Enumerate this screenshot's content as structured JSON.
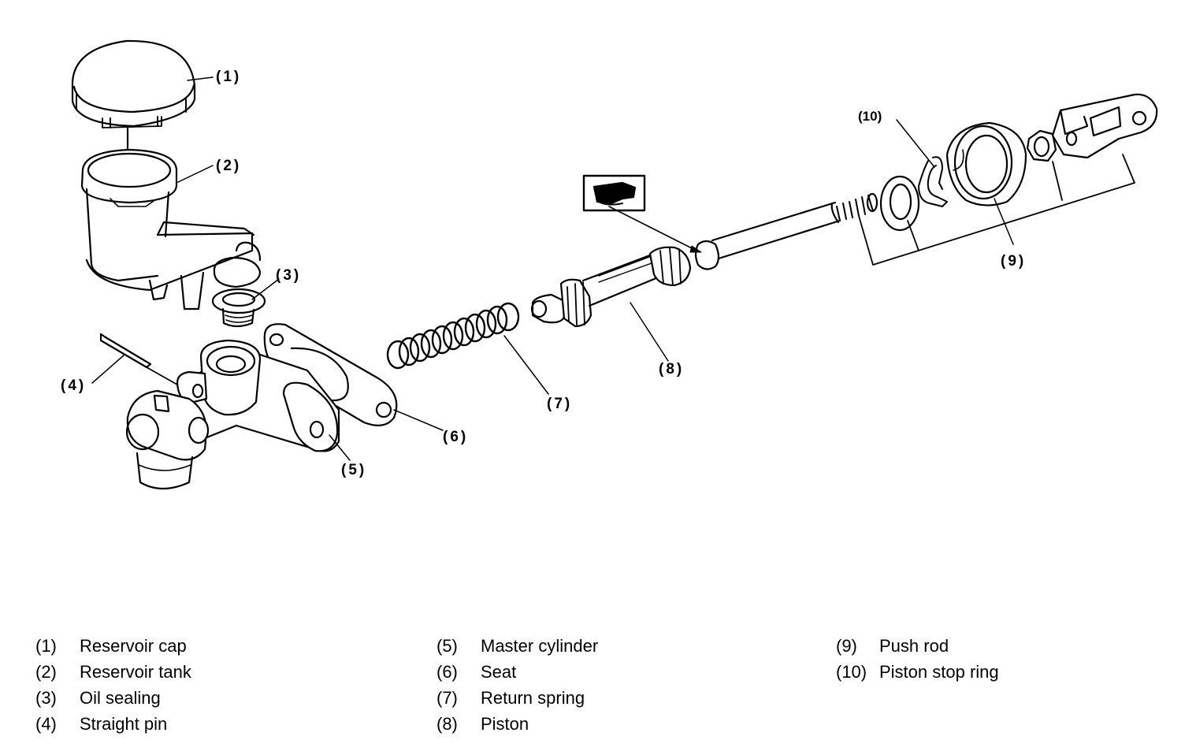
{
  "diagram": {
    "callouts": [
      "(1)",
      "(2)",
      "(3)",
      "(4)",
      "(5)",
      "(6)",
      "(7)",
      "(8)",
      "(9)",
      "(10)"
    ],
    "icons": [
      "grease-apply-icon"
    ]
  },
  "legend": {
    "columns": [
      [
        {
          "num": "(1)",
          "name": "Reservoir cap"
        },
        {
          "num": "(2)",
          "name": "Reservoir tank"
        },
        {
          "num": "(3)",
          "name": "Oil sealing"
        },
        {
          "num": "(4)",
          "name": "Straight pin"
        }
      ],
      [
        {
          "num": "(5)",
          "name": "Master cylinder"
        },
        {
          "num": "(6)",
          "name": "Seat"
        },
        {
          "num": "(7)",
          "name": "Return spring"
        },
        {
          "num": "(8)",
          "name": "Piston"
        }
      ],
      [
        {
          "num": "(9)",
          "name": "Push rod"
        },
        {
          "num": "(10)",
          "name": "Piston stop ring"
        }
      ]
    ]
  }
}
